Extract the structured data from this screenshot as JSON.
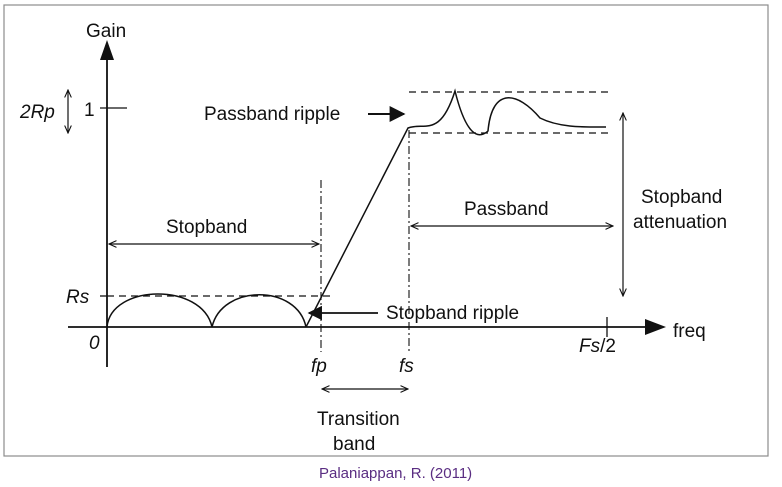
{
  "axes": {
    "y_label": "Gain",
    "x_label": "freq",
    "origin": "0",
    "y_tick_one": "1",
    "y_tick_rs": "Rs",
    "x_tick_fp": "fp",
    "x_tick_fs": "fs",
    "x_tick_nyquist_var": "Fs",
    "x_tick_nyquist_div": "/2"
  },
  "annotations": {
    "passband_ripple_amp": "2Rp",
    "passband_ripple": "Passband ripple",
    "stopband": "Stopband",
    "passband": "Passband",
    "stopband_attenuation_line1": "Stopband",
    "stopband_attenuation_line2": "attenuation",
    "stopband_ripple": "Stopband ripple",
    "transition_line1": "Transition",
    "transition_line2": "band"
  },
  "caption": "Palaniappan, R. (2011)",
  "colors": {
    "frame": "#8c8c8c",
    "line": "#111111",
    "caption": "#5a2d82"
  }
}
